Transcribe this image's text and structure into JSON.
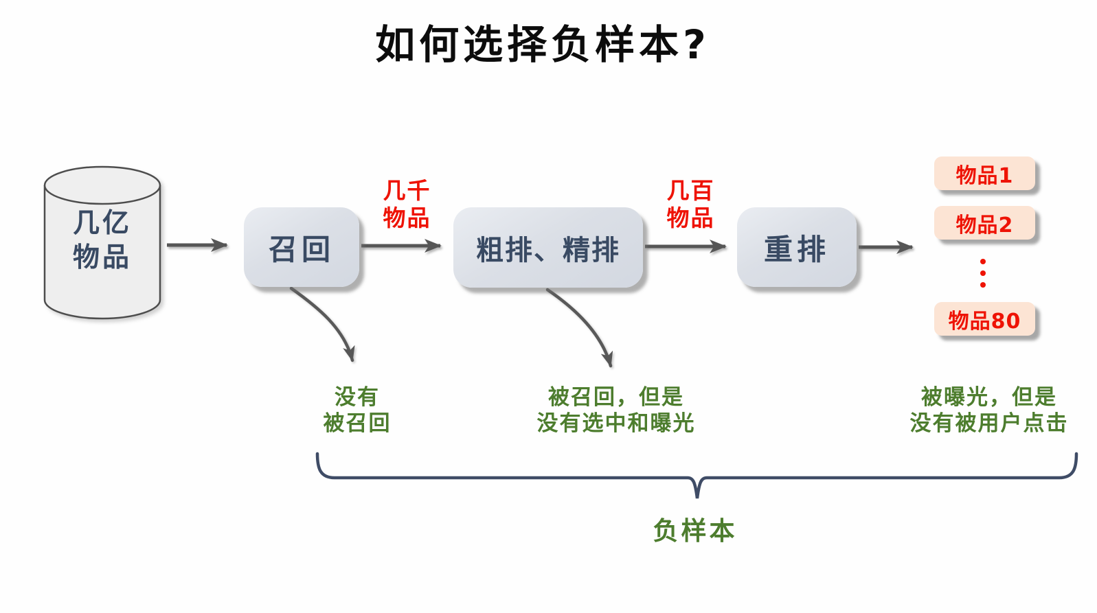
{
  "title": "如何选择负样本?",
  "database": {
    "label_lines": [
      "几亿",
      "物品"
    ]
  },
  "stages": [
    {
      "label": "召回"
    },
    {
      "label": "粗排、精排"
    },
    {
      "label": "重排"
    }
  ],
  "edge_labels": [
    {
      "lines": [
        "几千",
        "物品"
      ]
    },
    {
      "lines": [
        "几百",
        "物品"
      ]
    }
  ],
  "output_items": {
    "items": [
      "物品1",
      "物品2",
      "物品80"
    ],
    "ellipsis": "⋮"
  },
  "annotations": [
    {
      "lines": [
        "没有",
        "被召回"
      ]
    },
    {
      "lines": [
        "被召回，但是",
        "没有选中和曝光"
      ]
    },
    {
      "lines": [
        "被曝光，但是",
        "没有被用户点击"
      ]
    }
  ],
  "brace_label": "负样本",
  "colors": {
    "accent_red": "#ee1305",
    "accent_green": "#4d7d2e",
    "node_text": "#394a63",
    "node_fill": "#dbdfe6",
    "item_fill": "#fce4d4",
    "arrow_gray": "#595959",
    "brace_blue": "#3f4c66"
  }
}
